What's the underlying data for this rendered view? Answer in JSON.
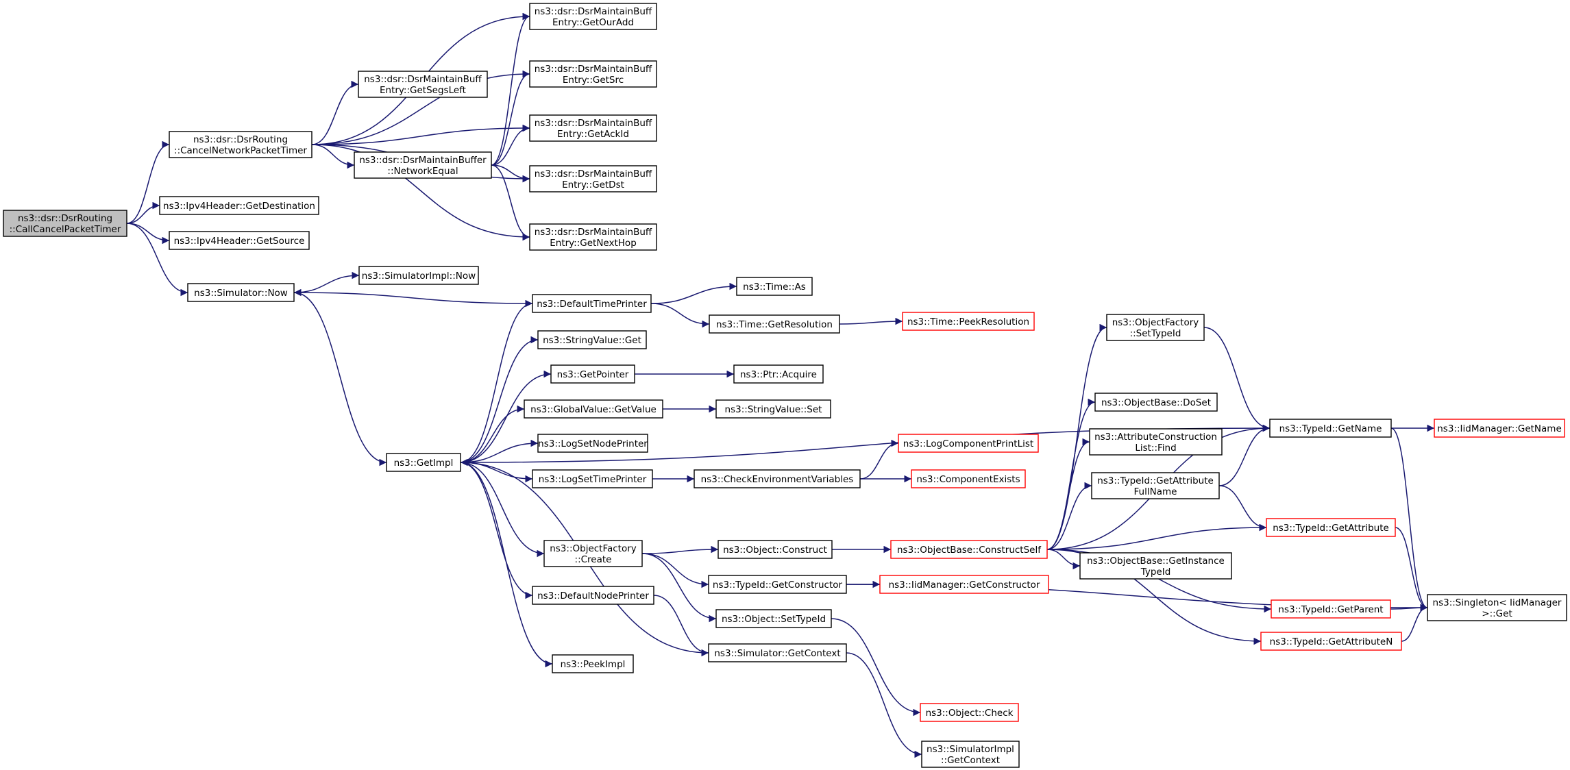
{
  "graph": {
    "edge_color": "#191970",
    "root_fill": "#bfbfbf",
    "unresolved_border": "#ff0000",
    "nodes": [
      {
        "id": "root",
        "lines": [
          "ns3::dsr::DsrRouting",
          "::CallCancelPacketTimer"
        ],
        "style": "root"
      },
      {
        "id": "cnpt",
        "lines": [
          "ns3::dsr::DsrRouting",
          "::CancelNetworkPacketTimer"
        ],
        "style": "normal"
      },
      {
        "id": "getdest",
        "lines": [
          "ns3::Ipv4Header::GetDestination"
        ],
        "style": "normal"
      },
      {
        "id": "getsrc4",
        "lines": [
          "ns3::Ipv4Header::GetSource"
        ],
        "style": "normal"
      },
      {
        "id": "simnow",
        "lines": [
          "ns3::Simulator::Now"
        ],
        "style": "normal"
      },
      {
        "id": "ourAdd",
        "lines": [
          "ns3::dsr::DsrMaintainBuff",
          "Entry::GetOurAdd"
        ],
        "style": "normal"
      },
      {
        "id": "gsrc",
        "lines": [
          "ns3::dsr::DsrMaintainBuff",
          "Entry::GetSrc"
        ],
        "style": "normal"
      },
      {
        "id": "segs",
        "lines": [
          "ns3::dsr::DsrMaintainBuff",
          "Entry::GetSegsLeft"
        ],
        "style": "normal"
      },
      {
        "id": "ack",
        "lines": [
          "ns3::dsr::DsrMaintainBuff",
          "Entry::GetAckId"
        ],
        "style": "normal"
      },
      {
        "id": "neteq",
        "lines": [
          "ns3::dsr::DsrMaintainBuffer",
          "::NetworkEqual"
        ],
        "style": "normal"
      },
      {
        "id": "gdst",
        "lines": [
          "ns3::dsr::DsrMaintainBuff",
          "Entry::GetDst"
        ],
        "style": "normal"
      },
      {
        "id": "nexthop",
        "lines": [
          "ns3::dsr::DsrMaintainBuff",
          "Entry::GetNextHop"
        ],
        "style": "normal"
      },
      {
        "id": "simimplnow",
        "lines": [
          "ns3::SimulatorImpl::Now"
        ],
        "style": "normal"
      },
      {
        "id": "dtp",
        "lines": [
          "ns3::DefaultTimePrinter"
        ],
        "style": "normal"
      },
      {
        "id": "timeas",
        "lines": [
          "ns3::Time::As"
        ],
        "style": "normal"
      },
      {
        "id": "getres",
        "lines": [
          "ns3::Time::GetResolution"
        ],
        "style": "normal"
      },
      {
        "id": "peekres",
        "lines": [
          "ns3::Time::PeekResolution"
        ],
        "style": "red"
      },
      {
        "id": "strget",
        "lines": [
          "ns3::StringValue::Get"
        ],
        "style": "normal"
      },
      {
        "id": "getptr",
        "lines": [
          "ns3::GetPointer"
        ],
        "style": "normal"
      },
      {
        "id": "acquire",
        "lines": [
          "ns3::Ptr::Acquire"
        ],
        "style": "normal"
      },
      {
        "id": "gvget",
        "lines": [
          "ns3::GlobalValue::GetValue"
        ],
        "style": "normal"
      },
      {
        "id": "strset",
        "lines": [
          "ns3::StringValue::Set"
        ],
        "style": "normal"
      },
      {
        "id": "lsnp",
        "lines": [
          "ns3::LogSetNodePrinter"
        ],
        "style": "normal"
      },
      {
        "id": "getimpl",
        "lines": [
          "ns3::GetImpl"
        ],
        "style": "normal"
      },
      {
        "id": "lstp",
        "lines": [
          "ns3::LogSetTimePrinter"
        ],
        "style": "normal"
      },
      {
        "id": "cev",
        "lines": [
          "ns3::CheckEnvironmentVariables"
        ],
        "style": "normal"
      },
      {
        "id": "lcpl",
        "lines": [
          "ns3::LogComponentPrintList"
        ],
        "style": "red"
      },
      {
        "id": "compex",
        "lines": [
          "ns3::ComponentExists"
        ],
        "style": "red"
      },
      {
        "id": "ofcreate",
        "lines": [
          "ns3::ObjectFactory",
          "::Create"
        ],
        "style": "normal"
      },
      {
        "id": "objcons",
        "lines": [
          "ns3::Object::Construct"
        ],
        "style": "normal"
      },
      {
        "id": "obcself",
        "lines": [
          "ns3::ObjectBase::ConstructSelf"
        ],
        "style": "red"
      },
      {
        "id": "tigetcons",
        "lines": [
          "ns3::TypeId::GetConstructor"
        ],
        "style": "normal"
      },
      {
        "id": "iidgetcons",
        "lines": [
          "ns3::IidManager::GetConstructor"
        ],
        "style": "red"
      },
      {
        "id": "dnp",
        "lines": [
          "ns3::DefaultNodePrinter"
        ],
        "style": "normal"
      },
      {
        "id": "objsettid",
        "lines": [
          "ns3::Object::SetTypeId"
        ],
        "style": "normal"
      },
      {
        "id": "simgetctx",
        "lines": [
          "ns3::Simulator::GetContext"
        ],
        "style": "normal"
      },
      {
        "id": "peekimpl",
        "lines": [
          "ns3::PeekImpl"
        ],
        "style": "normal"
      },
      {
        "id": "objcheck",
        "lines": [
          "ns3::Object::Check"
        ],
        "style": "red"
      },
      {
        "id": "simimplctx",
        "lines": [
          "ns3::SimulatorImpl",
          "::GetContext"
        ],
        "style": "normal"
      },
      {
        "id": "ofsettid",
        "lines": [
          "ns3::ObjectFactory",
          "::SetTypeId"
        ],
        "style": "normal"
      },
      {
        "id": "obdoset",
        "lines": [
          "ns3::ObjectBase::DoSet"
        ],
        "style": "normal"
      },
      {
        "id": "aclfind",
        "lines": [
          "ns3::AttributeConstruction",
          "List::Find"
        ],
        "style": "normal"
      },
      {
        "id": "tigafn",
        "lines": [
          "ns3::TypeId::GetAttribute",
          "FullName"
        ],
        "style": "normal"
      },
      {
        "id": "obgit",
        "lines": [
          "ns3::ObjectBase::GetInstance",
          "TypeId"
        ],
        "style": "normal"
      },
      {
        "id": "tigetname",
        "lines": [
          "ns3::TypeId::GetName"
        ],
        "style": "normal"
      },
      {
        "id": "iidgetname",
        "lines": [
          "ns3::IidManager::GetName"
        ],
        "style": "red"
      },
      {
        "id": "tigetattr",
        "lines": [
          "ns3::TypeId::GetAttribute"
        ],
        "style": "red"
      },
      {
        "id": "tigetparent",
        "lines": [
          "ns3::TypeId::GetParent"
        ],
        "style": "red"
      },
      {
        "id": "tigetattrn",
        "lines": [
          "ns3::TypeId::GetAttributeN"
        ],
        "style": "red"
      },
      {
        "id": "singleton",
        "lines": [
          "ns3::Singleton< IidManager",
          " >::Get"
        ],
        "style": "normal"
      }
    ],
    "edges": [
      [
        "root",
        "cnpt"
      ],
      [
        "root",
        "getdest"
      ],
      [
        "root",
        "getsrc4"
      ],
      [
        "root",
        "simnow"
      ],
      [
        "cnpt",
        "ourAdd"
      ],
      [
        "cnpt",
        "gsrc"
      ],
      [
        "cnpt",
        "segs"
      ],
      [
        "cnpt",
        "ack"
      ],
      [
        "cnpt",
        "neteq"
      ],
      [
        "cnpt",
        "gdst"
      ],
      [
        "cnpt",
        "nexthop"
      ],
      [
        "neteq",
        "ourAdd"
      ],
      [
        "neteq",
        "gsrc"
      ],
      [
        "neteq",
        "ack"
      ],
      [
        "neteq",
        "gdst"
      ],
      [
        "neteq",
        "nexthop"
      ],
      [
        "simnow",
        "simimplnow"
      ],
      [
        "simnow",
        "getimpl"
      ],
      [
        "dtp",
        "simnow"
      ],
      [
        "dtp",
        "timeas"
      ],
      [
        "dtp",
        "getres"
      ],
      [
        "getres",
        "peekres"
      ],
      [
        "getimpl",
        "dtp"
      ],
      [
        "getimpl",
        "strget"
      ],
      [
        "getimpl",
        "getptr"
      ],
      [
        "getimpl",
        "gvget"
      ],
      [
        "getimpl",
        "lsnp"
      ],
      [
        "getimpl",
        "lstp"
      ],
      [
        "getimpl",
        "tigetname"
      ],
      [
        "getimpl",
        "ofcreate"
      ],
      [
        "getimpl",
        "dnp"
      ],
      [
        "getimpl",
        "peekimpl"
      ],
      [
        "getptr",
        "acquire"
      ],
      [
        "gvget",
        "strset"
      ],
      [
        "lstp",
        "cev"
      ],
      [
        "cev",
        "lcpl"
      ],
      [
        "cev",
        "compex"
      ],
      [
        "ofcreate",
        "objcons"
      ],
      [
        "ofcreate",
        "tigetcons"
      ],
      [
        "ofcreate",
        "objsettid"
      ],
      [
        "objcons",
        "obcself"
      ],
      [
        "tigetcons",
        "iidgetcons"
      ],
      [
        "tigetcons",
        "singleton"
      ],
      [
        "dnp",
        "simgetctx"
      ],
      [
        "simgetctx",
        "getimpl"
      ],
      [
        "simgetctx",
        "simimplctx"
      ],
      [
        "objsettid",
        "objcheck"
      ],
      [
        "obcself",
        "ofsettid"
      ],
      [
        "obcself",
        "obdoset"
      ],
      [
        "obcself",
        "aclfind"
      ],
      [
        "obcself",
        "tigafn"
      ],
      [
        "obcself",
        "obgit"
      ],
      [
        "obcself",
        "tigetattr"
      ],
      [
        "obcself",
        "tigetparent"
      ],
      [
        "obcself",
        "tigetattrn"
      ],
      [
        "obcself",
        "tigetname"
      ],
      [
        "ofsettid",
        "tigetname"
      ],
      [
        "tigafn",
        "tigetname"
      ],
      [
        "tigafn",
        "tigetattr"
      ],
      [
        "tigetname",
        "iidgetname"
      ],
      [
        "tigetname",
        "singleton"
      ],
      [
        "tigetattr",
        "singleton"
      ],
      [
        "tigetparent",
        "singleton"
      ],
      [
        "tigetattrn",
        "singleton"
      ]
    ]
  }
}
